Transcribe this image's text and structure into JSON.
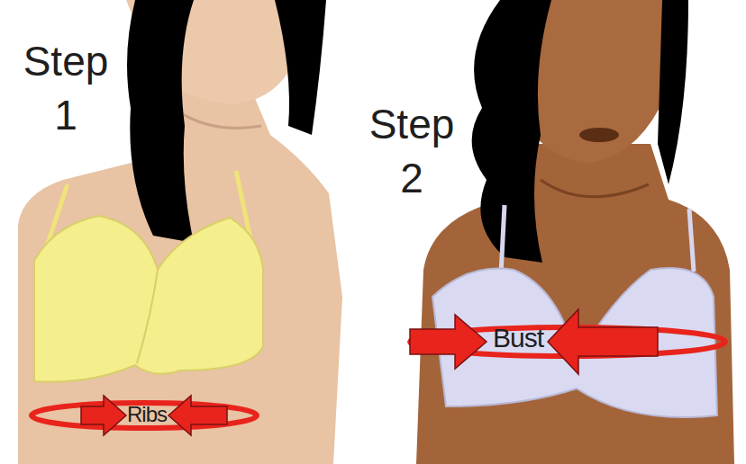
{
  "diagram": {
    "labels": [
      "Step 1",
      "Ribs",
      "Step 2",
      "Bust"
    ]
  }
}
